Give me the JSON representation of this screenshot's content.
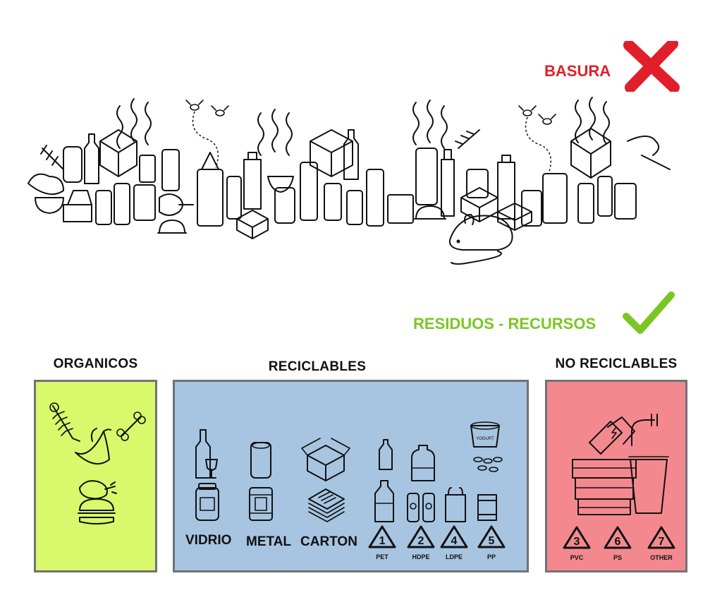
{
  "top_label": {
    "text": "BASURA",
    "color": "#e11f2a"
  },
  "bottom_label": {
    "text": "RESIDUOS - RECURSOS",
    "color": "#7bc623"
  },
  "sections": {
    "organicos": {
      "title": "ORGANICOS",
      "color": "#d9f86b"
    },
    "reciclables": {
      "title": "RECICLABLES",
      "color": "#a7c5e1",
      "categories": [
        "VIDRIO",
        "METAL",
        "CARTON"
      ],
      "codes": [
        {
          "number": "1",
          "label": "PET"
        },
        {
          "number": "2",
          "label": "HDPE"
        },
        {
          "number": "4",
          "label": "LDPE"
        },
        {
          "number": "5",
          "label": "PP"
        }
      ],
      "yogurt_text": "YOGURT"
    },
    "no_reciclables": {
      "title": "NO RECICLABLES",
      "color": "#f3898f",
      "codes": [
        {
          "number": "3",
          "label": "PVC"
        },
        {
          "number": "6",
          "label": "PS"
        },
        {
          "number": "7",
          "label": "OTHER"
        }
      ]
    }
  },
  "icons": {
    "cross": "cross-icon",
    "check": "check-icon",
    "rat": "rat-icon",
    "fly": "fly-icon"
  }
}
